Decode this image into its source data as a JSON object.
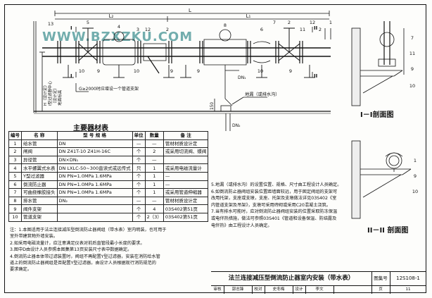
{
  "watermark": "WWW.BZXZKU.COM",
  "plan": {
    "dims": {
      "L": "L",
      "L2": "L₂",
      "L1": "L₁"
    },
    "callouts_top": [
      "13",
      "5",
      "4",
      "3",
      "12",
      "2",
      "8",
      "6",
      "7",
      "2",
      "11",
      "12",
      "2",
      "1"
    ],
    "callouts_bottom": [
      "10",
      "9",
      "10",
      "9",
      "9",
      "10",
      "9"
    ],
    "side_labels": [
      "H（设计定）",
      "I型过滤器中心",
      "（设计定）",
      "地面标高"
    ],
    "support_note": "G≥2000时应增设一个管道支架",
    "floor_label": "地漏（或排水沟）",
    "dn": [
      "DN₁",
      "DN₂"
    ],
    "dim_150": "150",
    "section_marks": [
      "I",
      "I",
      "II",
      "II"
    ]
  },
  "sections": {
    "s1_title": "I－I剖面图",
    "s2_title": "II－II 剖面图",
    "callouts": [
      "7",
      "11",
      "9",
      "10",
      "1",
      "9",
      "10"
    ]
  },
  "table": {
    "title": "主要器材表",
    "headers": [
      "编号",
      "名  称",
      "型  号  规  格",
      "单位",
      "数量",
      "备    注"
    ],
    "rows": [
      [
        "1",
        "给水管",
        "DN",
        "—",
        "—",
        "管材材质设计定"
      ],
      [
        "2",
        "闸阀",
        "DN  Z41T-10  Z41H-16C",
        "个",
        "2",
        "或采用切流阀、蝶阀"
      ],
      [
        "3",
        "异径管",
        "DN×DN₁",
        "个",
        "—",
        ""
      ],
      [
        "4",
        "水平螺翼式水表",
        "DN  LXLC-50~300直读式或远传式",
        "只",
        "1",
        "或采用电磁流量计"
      ],
      [
        "5",
        "Y型过滤器",
        "DN  PN=1.0MPa  1.6MPa",
        "个",
        "1",
        "—"
      ],
      [
        "6",
        "倒流防止器",
        "DN  PN=1.0MPa  1.6MPa",
        "个",
        "1",
        "—"
      ],
      [
        "7",
        "可曲挠橡胶接头",
        "DN  PN=1.0MPa  1.6MPa",
        "个",
        "1",
        "或采用管道伸缩器"
      ],
      [
        "8",
        "排水管",
        "DN₂",
        "—",
        "—",
        "管材材质设计定"
      ],
      [
        "9",
        "阀件支架",
        "",
        "个",
        "4",
        "03S402第51页"
      ],
      [
        "10",
        "管道支架",
        "",
        "个",
        "2（3）",
        "03S402第51页"
      ]
    ]
  },
  "notes_left": [
    "注：1.本图适用于法兰连接减压型倒流防止器阀组（带水表）室内明装，也可用于",
    "    室外带建筑物外墙安装。",
    "    2.如采用电磁流量计，应注意满足仪表对前后直管段最小长度的要求。",
    "    3.图中D由设计人员参照本图集第13页安装尺寸表中数据确定。",
    "    4.倒流防止器本体带过滤装置时，阀组不再配置Y型过滤器，安装在消防给水管",
    "    道上的倒流防止器阀组是否配置Y型过滤器，由设计人员根据现行消防规范的",
    "    要求确定。"
  ],
  "notes_right": [
    "5.地漏（或排水沟）的设置位置、规格、尺寸由工程设计人员确定。",
    "6.如倒流防止器阀组安装位置距墙面较远，用于固定阀组的支架可",
    "  改用托架，支座或支墩，支座、托架及支墩做法详见03S402《室",
    "  内管道支架及吊架》，支墩可采用砖砌或采用C20混凝土浇筑。",
    "7.当有排水可能时，应对倒流防止器阀组安装的位置采取防冻保温",
    "  或电伴热措施，做法可参照03S401《管道和设备保温、防结露及",
    "  电伴热》由工程设计人员确定。"
  ],
  "titleblock": {
    "title": "法兰连接减压型倒流防止器室内安装（带水表）",
    "code_label": "图集号",
    "code": "12S108-1",
    "reviewer_label": "审核",
    "reviewer": "郭志锋",
    "checker_label": "校对",
    "checker": "史冬梅",
    "designer_label": "设计",
    "designer": "李文",
    "page_label": "页",
    "page": "11"
  }
}
